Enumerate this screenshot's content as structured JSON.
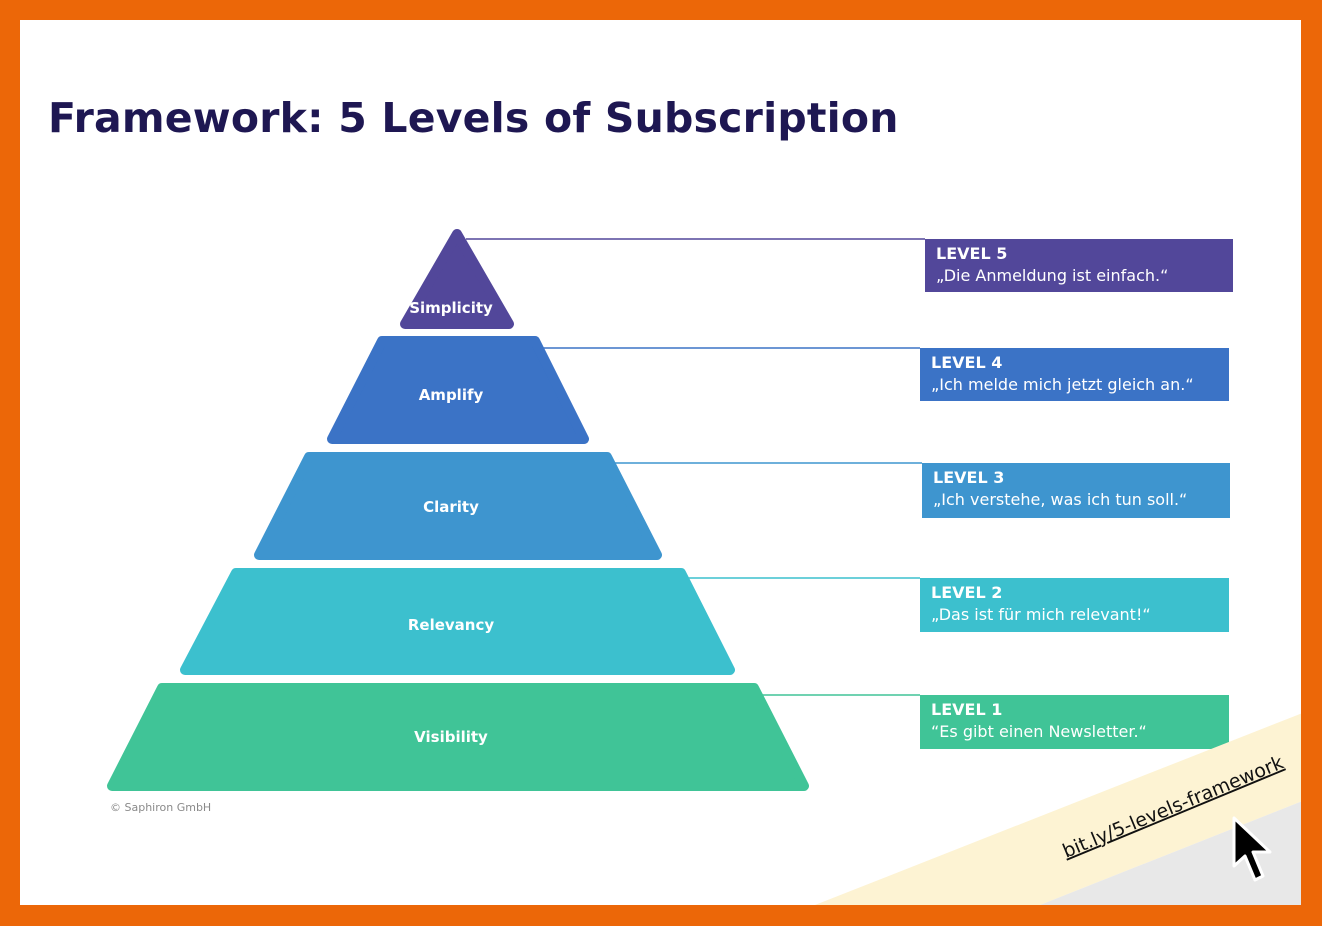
{
  "title": "Framework: 5 Levels of Subscription",
  "levels": [
    {
      "name": "Simplicity",
      "level_label": "LEVEL 5",
      "quote": "„Die Anmeldung ist einfach.“",
      "color": "#52479a"
    },
    {
      "name": "Amplify",
      "level_label": "LEVEL 4",
      "quote": "„Ich melde mich jetzt gleich an.“",
      "color": "#3b73c6"
    },
    {
      "name": "Clarity",
      "level_label": "LEVEL 3",
      "quote": "„Ich verstehe, was ich tun soll.“",
      "color": "#3e95cf"
    },
    {
      "name": "Relevancy",
      "level_label": "LEVEL 2",
      "quote": "„Das ist für mich relevant!“",
      "color": "#3cc0ce"
    },
    {
      "name": "Visibility",
      "level_label": "LEVEL 1",
      "quote": "“Es gibt einen Newsletter.“",
      "color": "#40c497"
    }
  ],
  "copyright": "© Saphiron GmbH",
  "banner": {
    "link": "bit.ly/5-levels-framework",
    "color": "#fdf3d3"
  },
  "border_color": "#ec6708"
}
